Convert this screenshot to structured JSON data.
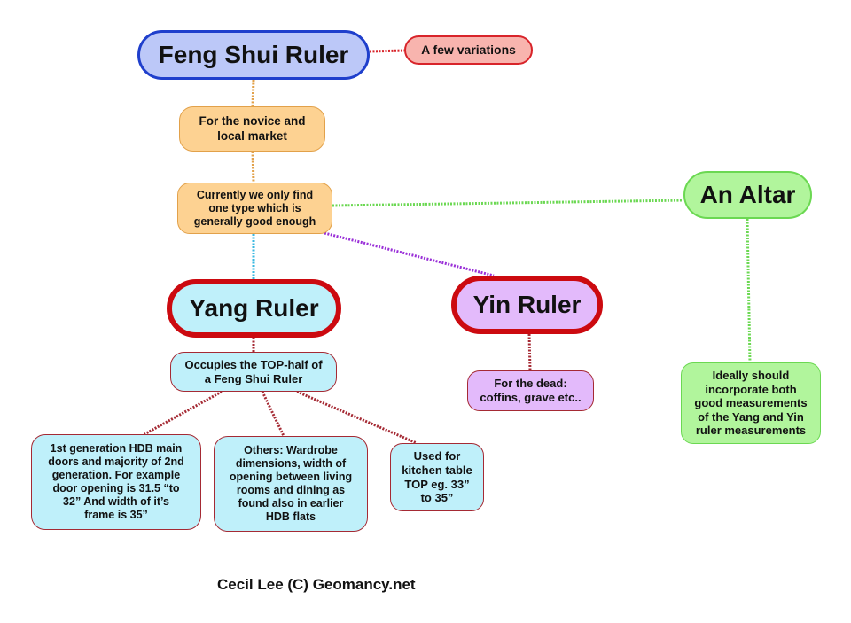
{
  "diagram": {
    "type": "mind-map",
    "nodes": {
      "root": {
        "lines": [
          "Feng Shui Ruler"
        ],
        "fill": "#bcc8f8",
        "border": "#1f3fcc"
      },
      "variations": {
        "lines": [
          "A few variations"
        ],
        "fill": "#f8b4ae",
        "border": "#d8242a"
      },
      "novice": {
        "lines": [
          "For the novice and",
          "local market"
        ],
        "fill": "#fdd292",
        "border": "#e2a14a"
      },
      "current": {
        "lines": [
          "Currently we only find",
          "one type which is",
          "generally good enough"
        ],
        "fill": "#fdd292",
        "border": "#e2a14a"
      },
      "altar": {
        "lines": [
          "An Altar"
        ],
        "fill": "#b1f59c",
        "border": "#6bd852"
      },
      "yang": {
        "lines": [
          "Yang Ruler"
        ],
        "fill": "#bff0fa",
        "border": "#cc0a10"
      },
      "yin": {
        "lines": [
          "Yin Ruler"
        ],
        "fill": "#e3bafb",
        "border": "#cc0a10"
      },
      "top_half": {
        "lines": [
          "Occupies the TOP-half of",
          "a Feng Shui Ruler"
        ],
        "fill": "#bff0fa",
        "border": "#a52a34"
      },
      "dead": {
        "lines": [
          "For the dead:",
          "coffins, grave etc.."
        ],
        "fill": "#e3bafb",
        "border": "#a52a34"
      },
      "ideal": {
        "lines": [
          "Ideally should",
          "incorporate both",
          "good measurements",
          "of the Yang and Yin",
          "ruler measurements"
        ],
        "fill": "#b1f59c",
        "border": "#6bd852"
      },
      "hdb": {
        "lines": [
          "1st generation HDB main",
          "doors and majority of 2nd",
          "generation. For example",
          "door opening is 31.5 “to",
          "32” And width of it’s",
          "frame is 35”"
        ],
        "fill": "#bff0fa",
        "border": "#a52a34"
      },
      "others": {
        "lines": [
          "Others: Wardrobe",
          "dimensions, width of",
          "opening between living",
          "rooms and dining as",
          "found also in earlier",
          "HDB flats"
        ],
        "fill": "#bff0fa",
        "border": "#a52a34"
      },
      "kitchen": {
        "lines": [
          "Used for",
          "kitchen table",
          "TOP eg. 33”",
          "to 35”"
        ],
        "fill": "#bff0fa",
        "border": "#a52a34"
      }
    },
    "links": [
      {
        "from": "root",
        "to": "variations",
        "color": "#d8242a"
      },
      {
        "from": "root",
        "to": "novice",
        "color": "#e2a14a"
      },
      {
        "from": "novice",
        "to": "current",
        "color": "#e2a14a"
      },
      {
        "from": "current",
        "to": "altar",
        "color": "#6bd852"
      },
      {
        "from": "current",
        "to": "yang",
        "color": "#3bb8e0"
      },
      {
        "from": "current",
        "to": "yin",
        "color": "#9a30d8"
      },
      {
        "from": "altar",
        "to": "ideal",
        "color": "#6bd852"
      },
      {
        "from": "yang",
        "to": "top_half",
        "color": "#a52a34"
      },
      {
        "from": "yin",
        "to": "dead",
        "color": "#a52a34"
      },
      {
        "from": "top_half",
        "to": "hdb",
        "color": "#a52a34"
      },
      {
        "from": "top_half",
        "to": "others",
        "color": "#a52a34"
      },
      {
        "from": "top_half",
        "to": "kitchen",
        "color": "#a52a34"
      }
    ]
  },
  "footer": {
    "credit": "Cecil Lee (C) Geomancy.net"
  }
}
